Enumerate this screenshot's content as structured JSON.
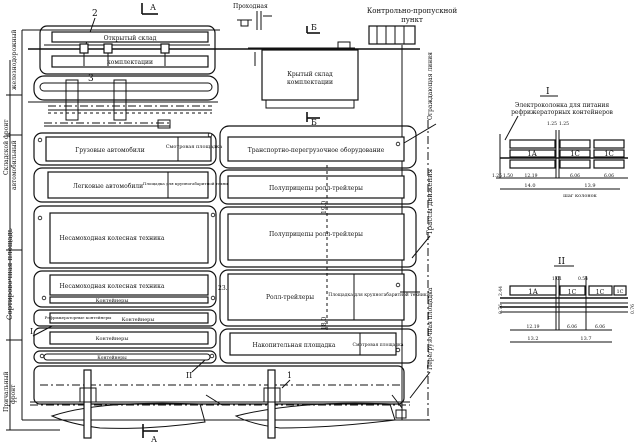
{
  "title": "Site layout plan of container terminal",
  "section_marks": {
    "A": "А",
    "B": "Б"
  },
  "callouts": {
    "c1": "1",
    "c2": "2",
    "c3": "3",
    "detail_I": "I",
    "detail_II": "II"
  },
  "top_labels": {
    "passage": "Проходная",
    "checkpoint_line1": "Контрольно-пропускной",
    "checkpoint_line2": "пункт",
    "open_warehouse": "Открытый склад",
    "open_warehouse_sub": "комплектации",
    "covered_warehouse_line1": "Крытый склад",
    "covered_warehouse_line2": "комплектации"
  },
  "left_zones": {
    "railway": "железнодорожный",
    "warehouse_front": "Складской фронт",
    "automobile": "автомобильный",
    "sorting_area": "Сортировочная площадь",
    "berth_front_line1": "Причальный",
    "berth_front_line2": "фронт"
  },
  "right_zones": {
    "fence": "Ограждающая линия",
    "traffic_routes": "Трассы движения",
    "transfer_area": "Перегрузочная площадка"
  },
  "left_blocks": [
    {
      "label": "Грузовые автомобили",
      "side_label": "Смотровая площадка"
    },
    {
      "label": "Легковые автомобили",
      "side_label": "Площадка для крупногабаритной техники"
    },
    {
      "label": "Несамоходная колесная техника"
    },
    {
      "label": "Несамоходная колесная техника",
      "sub_label": "Контейнеры"
    },
    {
      "label": "Контейнеры",
      "side_label": "Рефрижераторные контейнеры"
    },
    {
      "label": "Контейнеры"
    },
    {
      "label": "Контейнеры"
    }
  ],
  "right_blocks": [
    {
      "label": "Транспортно-перегрузочное оборудование"
    },
    {
      "label": "Полуприцепы ролл-трейлеры"
    },
    {
      "label": "Полуприцепы ролл-трейлеры"
    },
    {
      "label": "Ролл-трейлеры",
      "side_label": "Площадка для крупногабаритной техники"
    },
    {
      "label": "Накопительная площадка",
      "side_label": "Смотровая площадка"
    }
  ],
  "dimensions": {
    "road_width_1": "19.0",
    "road_width_2": "23.0",
    "road_width_3": "18.0"
  },
  "detail_I": {
    "title": "I",
    "caption_line1": "Электроколонка для питания",
    "caption_line2": "рефрижераторных контейнеров",
    "cells": [
      "1А",
      "1С",
      "1С"
    ],
    "top_dims": [
      "1.25",
      "1.25"
    ],
    "bottom_dims": [
      "1.25",
      "1.50",
      "12.19",
      "6.06",
      "6.06"
    ],
    "total_dims": [
      "14.0",
      "13.9"
    ],
    "footnote": "шаг колонок"
  },
  "detail_II": {
    "title": "II",
    "cells": [
      "1А",
      "1С",
      "1С",
      "1С"
    ],
    "top_dims": [
      "1.01",
      "0.54"
    ],
    "side_dims": [
      "2.44",
      "0.76",
      "0.76"
    ],
    "bottom_dims": [
      "12.19",
      "6.06",
      "6.06"
    ],
    "total_dims": [
      "13.2",
      "13.7"
    ]
  }
}
